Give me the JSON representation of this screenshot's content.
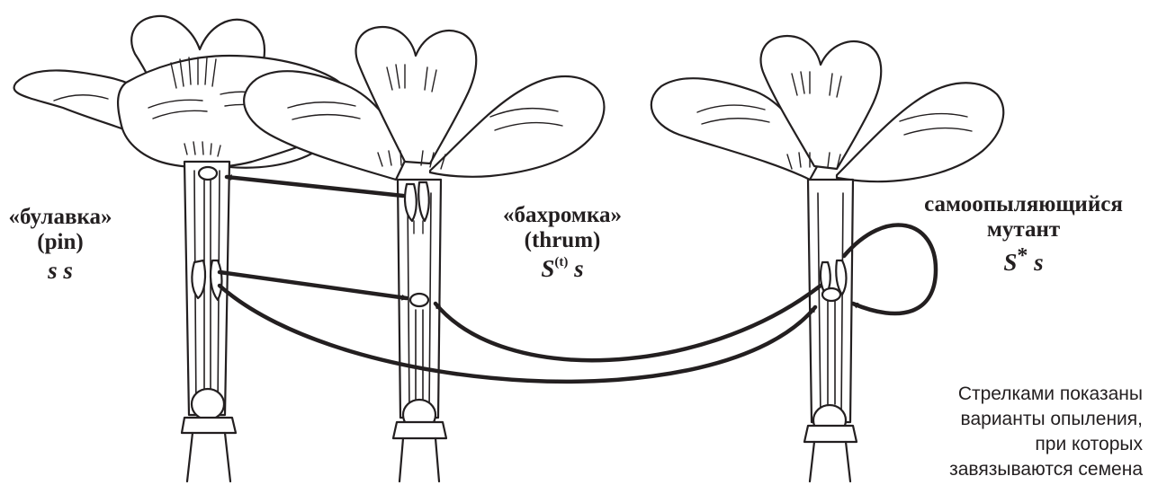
{
  "labels": {
    "pin": {
      "name": "«булавка»",
      "eng": "(pin)",
      "genotype": "s s"
    },
    "thrum": {
      "name": "«бахромка»",
      "eng": "(thrum)",
      "genotype_main": "S",
      "genotype_sup": "(t)",
      "genotype_tail": " s"
    },
    "mutant": {
      "name_line1": "самоопыляющийся",
      "name_line2": "мутант",
      "genotype_main": "S",
      "genotype_sup": "*",
      "genotype_tail": " s"
    }
  },
  "note": {
    "line1": "Стрелками показаны",
    "line2": "варианты опыления,",
    "line3": "при которых",
    "line4": "завязываются семена"
  },
  "colors": {
    "ink": "#231f20",
    "background": "#ffffff"
  }
}
